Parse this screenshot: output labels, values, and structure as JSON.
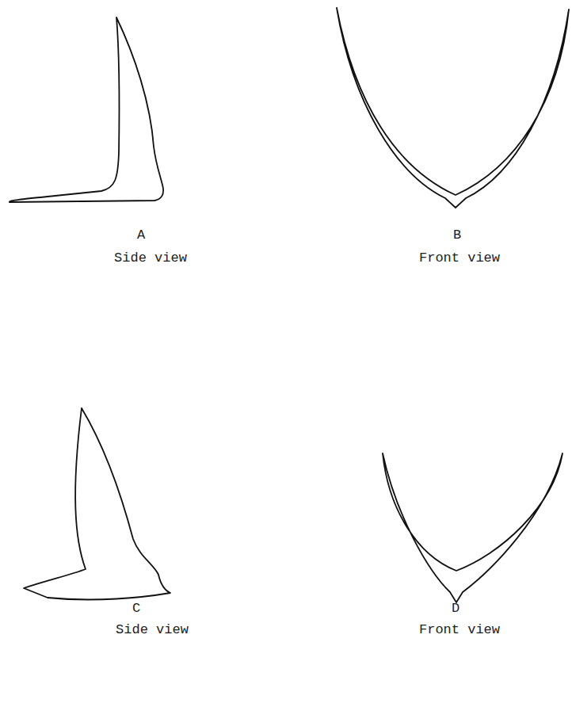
{
  "diagram": {
    "labels": [
      "A",
      "Side view",
      "B",
      "Front view",
      "C",
      "Side view",
      "D",
      "Front view"
    ]
  }
}
